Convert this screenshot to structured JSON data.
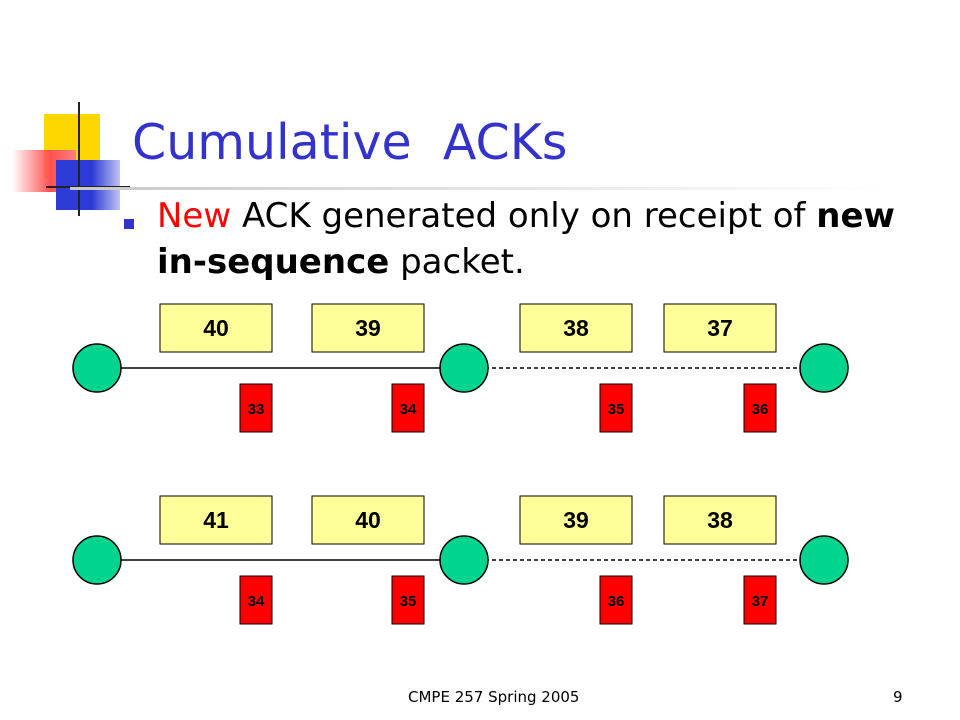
{
  "slide": {
    "title": "Cumulative  ACKs",
    "bullet": {
      "part_red": "New",
      "part_1": " ACK generated only on receipt of ",
      "part_bold": "new in-sequence",
      "part_2": " packet."
    },
    "footer": {
      "course": "CMPE 257  Spring 2005",
      "page": "9"
    }
  },
  "diagram": {
    "colors": {
      "packet": "#ffff99",
      "ack": "#ff0000",
      "node": "#00d48f",
      "link": "#000000"
    },
    "rows": [
      {
        "packets": [
          "40",
          "39",
          "38",
          "37"
        ],
        "acks": [
          "33",
          "34",
          "35",
          "36"
        ]
      },
      {
        "packets": [
          "41",
          "40",
          "39",
          "38"
        ],
        "acks": [
          "34",
          "35",
          "36",
          "37"
        ]
      }
    ]
  }
}
